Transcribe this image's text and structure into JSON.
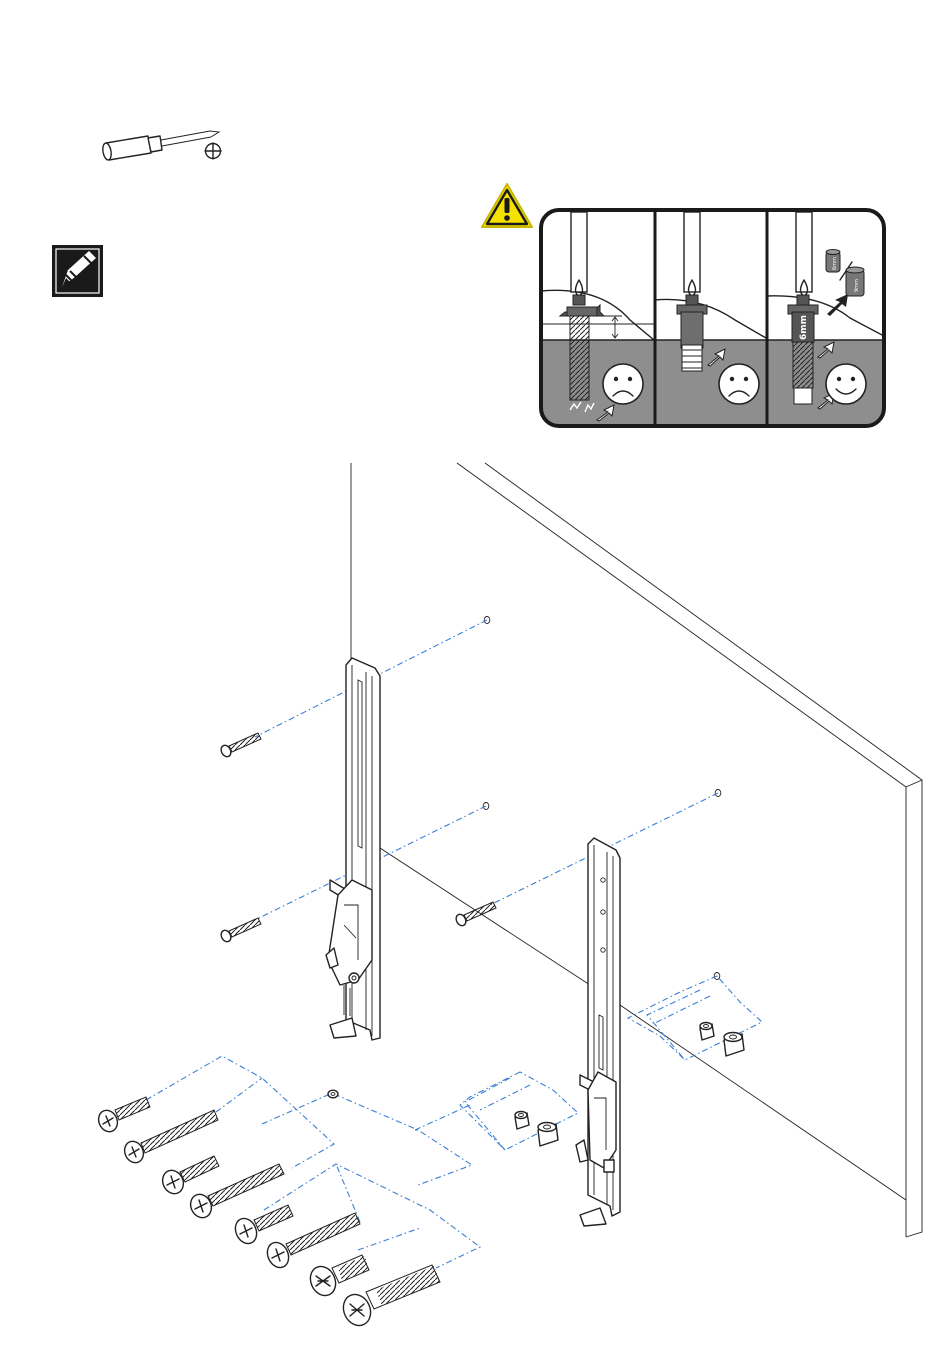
{
  "warning_panel": {
    "spacer_label": "6mm",
    "spacer_small_label_a": "6mm",
    "spacer_small_label_b": "9mm",
    "panels": [
      {
        "name": "screw-too-long",
        "face": "sad"
      },
      {
        "name": "screw-too-short",
        "face": "sad"
      },
      {
        "name": "screw-with-spacer",
        "face": "happy"
      }
    ]
  },
  "icons": {
    "tool": "phillips-screwdriver-icon",
    "note": "note-pencil-icon",
    "warning": "warning-triangle-icon"
  },
  "colors": {
    "warning_yellow": "#f5e100",
    "guide_line": "#3a7fd5",
    "wall_grey": "#8e8e8e",
    "outline": "#222222"
  }
}
